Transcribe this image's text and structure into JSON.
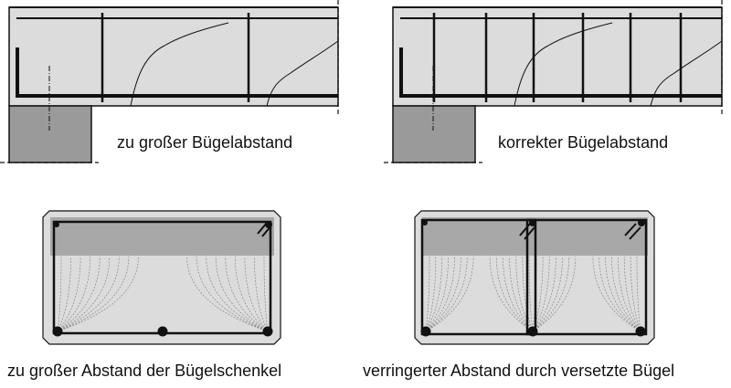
{
  "labels": {
    "top_left": "zu großer Bügelabstand",
    "top_right": "korrekter Bügelabstand",
    "bottom_left": "zu großer Abstand der Bügelschenkel",
    "bottom_right": "verringerter Abstand durch versetzte Bügel"
  },
  "colors": {
    "concrete": "#dcdcdc",
    "support": "#9a9a9a",
    "compression_zone": "#a8a8a8",
    "steel": "#111111"
  }
}
